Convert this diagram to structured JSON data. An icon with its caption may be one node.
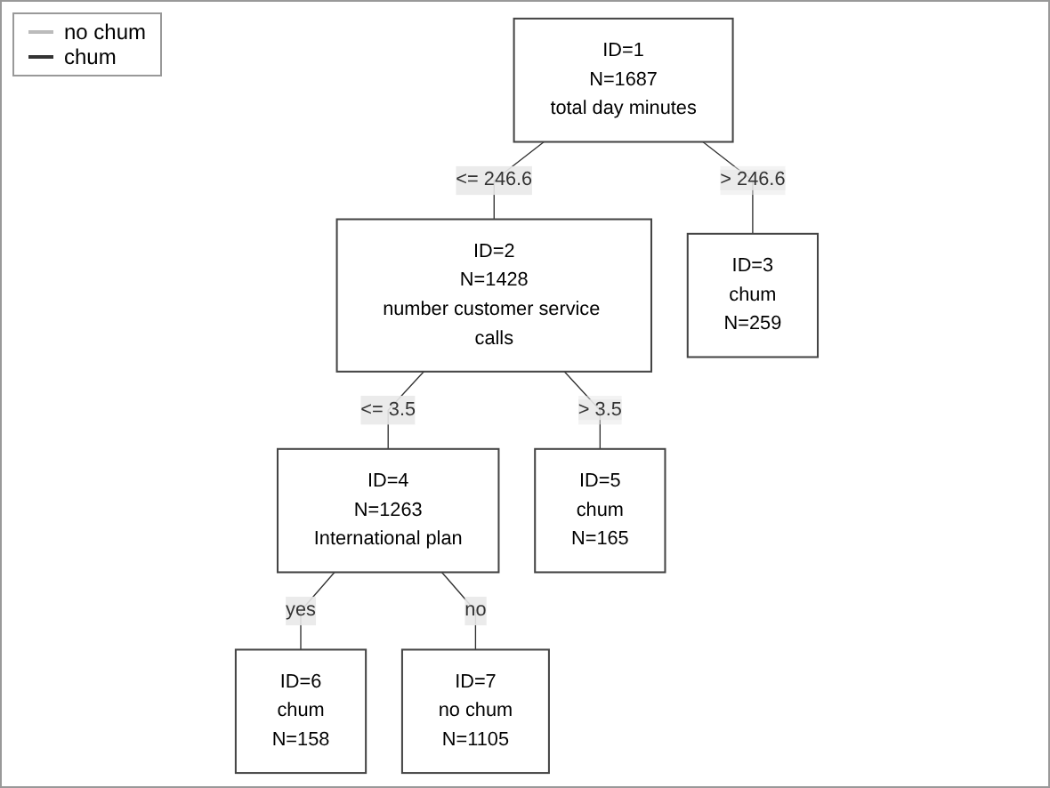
{
  "diagram": {
    "nodes": [
      {
        "text": [
          "ID=1",
          "N=1687",
          "total day minutes"
        ]
      },
      {
        "text": [
          "ID=2",
          "N=1428",
          "number customer service calls"
        ]
      },
      {
        "text": [
          "ID=3",
          "chum",
          "N=259"
        ]
      },
      {
        "text": [
          "ID=4",
          "N=1263",
          "International plan"
        ]
      },
      {
        "text": [
          "ID=5",
          "chum",
          "N=165"
        ]
      },
      {
        "text": [
          "ID=6",
          "chum",
          "N=158"
        ]
      },
      {
        "text": [
          "ID=7",
          "no chum",
          "N=1105"
        ]
      }
    ],
    "edges": [
      {
        "from": 0,
        "to": 1,
        "arrow": "none",
        "label": "<= 246.6"
      },
      {
        "from": 0,
        "to": 2,
        "arrow": "none",
        "label": "> 246.6"
      },
      {
        "from": 1,
        "to": 3,
        "arrow": "none",
        "label": "<= 3.5"
      },
      {
        "from": 1,
        "to": 4,
        "arrow": "none",
        "label": "> 3.5"
      },
      {
        "from": 3,
        "to": 5,
        "arrow": "none",
        "label": "yes"
      },
      {
        "from": 3,
        "to": 6,
        "arrow": "none",
        "label": "no"
      }
    ],
    "legend": [
      {
        "text": "no chum"
      },
      {
        "text": "chum"
      }
    ]
  }
}
